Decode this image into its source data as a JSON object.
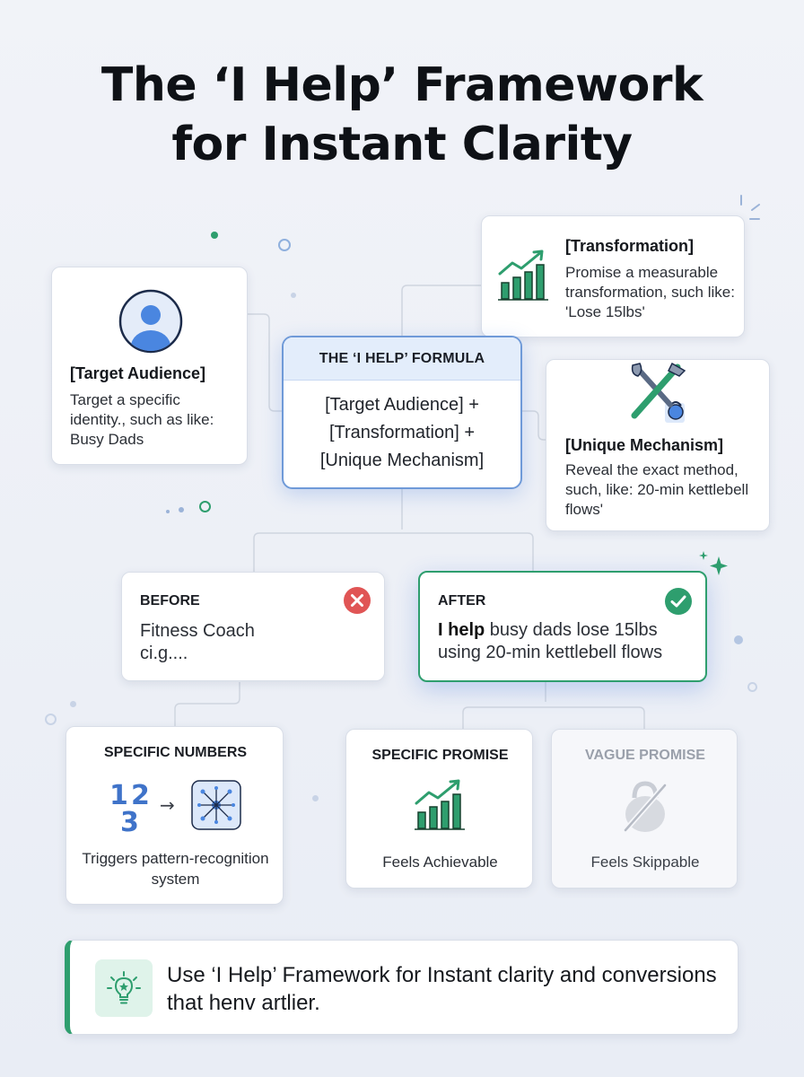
{
  "title_line1": "The ‘I Help’ Framework",
  "title_line2": "for Instant Clarity",
  "target": {
    "heading": "[Target Audience]",
    "text": "Target a specific identity., such as like: Busy Dads",
    "icon": "user-avatar-icon"
  },
  "transformation": {
    "heading": "[Transformation]",
    "text": "Promise a measurable transformation, such like: 'Lose 15lbs'",
    "icon": "growth-chart-icon"
  },
  "formula": {
    "heading": "THE ‘I HELP’ FORMULA",
    "line1": "[Target Audience] +",
    "line2": "[Transformation] +",
    "line3": "[Unique Mechanism]"
  },
  "mechanism": {
    "heading": "[Unique Mechanism]",
    "text": "Reveal the exact method, such, like: 20-min kettlebell flows'",
    "icon": "tools-kettlebell-icon"
  },
  "before": {
    "label": "BEFORE",
    "line1": "Fitness Coach",
    "line2": "ci.g....",
    "icon": "cross-badge-icon"
  },
  "after": {
    "label": "AFTER",
    "bold": "I help",
    "rest": " busy dads lose 15lbs using 20-min kettlebell flows",
    "icon": "check-badge-icon"
  },
  "numbers": {
    "label": "SPECIFIC NUMBERS",
    "digits": [
      "1",
      "2",
      "3"
    ],
    "arrow": "→",
    "text": "Triggers pattern-recognition system",
    "icon": "pattern-network-icon"
  },
  "specific": {
    "label": "SPECIFIC PROMISE",
    "text": "Feels Achievable",
    "icon": "growth-chart-icon"
  },
  "vague": {
    "label": "VAGUE PROMISE",
    "text": "Feels Skippable",
    "icon": "crossed-kettlebell-icon"
  },
  "tip": {
    "text": "Use ‘I Help’ Framework for Instant clarity and conversions that henv artlier.",
    "icon": "lightbulb-icon"
  },
  "colors": {
    "accent_blue": "#4a78c9",
    "accent_green": "#2e9e6e",
    "error_red": "#e05555",
    "background": "#eef1f6"
  }
}
